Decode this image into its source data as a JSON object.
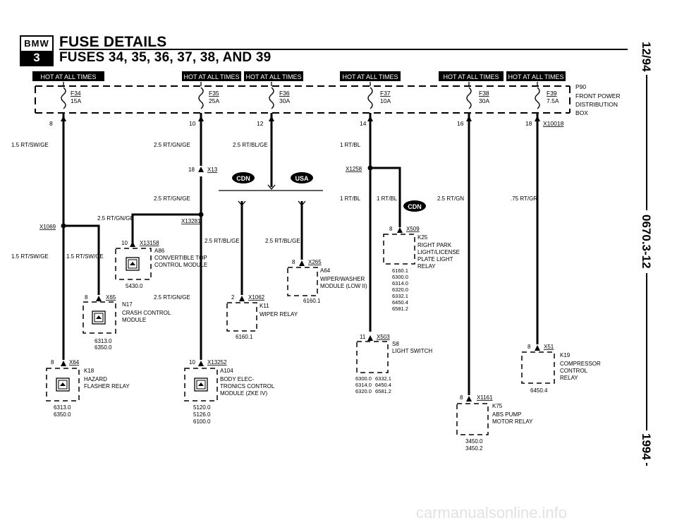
{
  "logo": {
    "brand": "BMW",
    "series": "3"
  },
  "header": {
    "title": "FUSE DETAILS",
    "subtitle": "FUSES 34, 35, 36, 37, 38, AND 39"
  },
  "side_labels": {
    "date": "12/94",
    "code": "0670.3-12",
    "year": "1994"
  },
  "hot_label": "HOT AT ALL TIMES",
  "fuses": [
    {
      "id": "F34",
      "rating": "15A",
      "pin": "8"
    },
    {
      "id": "F35",
      "rating": "25A",
      "pin": "10"
    },
    {
      "id": "F36",
      "rating": "30A",
      "pin": "12"
    },
    {
      "id": "F37",
      "rating": "10A",
      "pin": "14"
    },
    {
      "id": "F38",
      "rating": "30A",
      "pin": "16"
    },
    {
      "id": "F39",
      "rating": "7.5A",
      "pin": "18"
    }
  ],
  "distribution_box": {
    "id": "P90",
    "name1": "FRONT POWER",
    "name2": "DISTRIBUTION",
    "name3": "BOX",
    "connector": "X10018"
  },
  "wires": {
    "w1": "1.5 RT/SW/GE",
    "w2": "2.5 RT/GN/GE",
    "w3": "2.5 RT/BL/GE",
    "w4": "1 RT/BL",
    "w5": "2.5 RT/GN",
    "w6": ".75 RT/GR",
    "w7": "2.5 RT/GN/GE",
    "w8": "2.5 RT/GN/GE",
    "w9": "2.5 RT/GN/GE",
    "w10": "1.5 RT/SW/GE",
    "w11": "1.5 RT/SW/GE",
    "w12": "2.5 RT/BL/GE",
    "w13": "2.5 RT/BL/GE",
    "w14": "1 RT/BL",
    "w15": "1 RT/BL"
  },
  "connectors": {
    "x13": "X13",
    "x13_pin": "18",
    "x1258": "X1258",
    "x1069": "X1069",
    "x13281": "X13281",
    "x13158": "X13158",
    "x13158_pin": "10",
    "x65": "X65",
    "x65_pin": "8",
    "x64": "X64",
    "x64_pin": "8",
    "x13252": "X13252",
    "x13252_pin": "10",
    "x1062": "X1062",
    "x1062_pin": "2",
    "x265": "X265",
    "x265_pin": "8",
    "x509": "X509",
    "x509_pin": "8",
    "x503": "X503",
    "x503_pin": "11",
    "x51": "X51",
    "x51_pin": "8",
    "x1161": "X1161",
    "x1161_pin": "8"
  },
  "badges": {
    "cdn1": "CDN",
    "usa": "USA",
    "cdn2": "CDN"
  },
  "components": {
    "a86": {
      "id": "A86",
      "l1": "CONVERTIBLE TOP",
      "l2": "CONTROL MODULE",
      "refs": "5430.0"
    },
    "n17": {
      "id": "N17",
      "l1": "CRASH CONTROL",
      "l2": "MODULE",
      "refs": "6313.0\n6350.0"
    },
    "k18": {
      "id": "K18",
      "l1": "HAZARD",
      "l2": "FLASHER RELAY",
      "refs": "6313.0\n6350.0"
    },
    "a104": {
      "id": "A104",
      "l1": "BODY ELEC-",
      "l2": "TRONICS CONTROL",
      "l3": "MODULE (ZKE IV)",
      "refs": "5120.0\n5126.0\n6100.0"
    },
    "k11": {
      "id": "K11",
      "l1": "WIPER RELAY",
      "refs": "6160.1"
    },
    "a64": {
      "id": "A64",
      "l1": "WIPER/WASHER",
      "l2": "MODULE (LOW II)",
      "refs": "6160.1"
    },
    "k25": {
      "id": "K25",
      "l1": "RIGHT PARK",
      "l2": "LIGHT/LICENSE",
      "l3": "PLATE LIGHT",
      "l4": "RELAY",
      "refs": "6160.1\n6300.0\n6314.0\n6320.0\n6332.1\n6450.4\n6581.2"
    },
    "s8": {
      "id": "S8",
      "l1": "LIGHT SWITCH",
      "refs1": "6300.0\n6314.0\n6320.0",
      "refs2": "6332.1\n6450.4\n6581.2"
    },
    "k19": {
      "id": "K19",
      "l1": "COMPRESSOR",
      "l2": "CONTROL",
      "l3": "RELAY",
      "refs": "6450.4"
    },
    "k75": {
      "id": "K75",
      "l1": "ABS PUMP",
      "l2": "MOTOR RELAY",
      "refs": "3450.0\n3450.2"
    }
  },
  "watermark": "carmanualsonline.info"
}
